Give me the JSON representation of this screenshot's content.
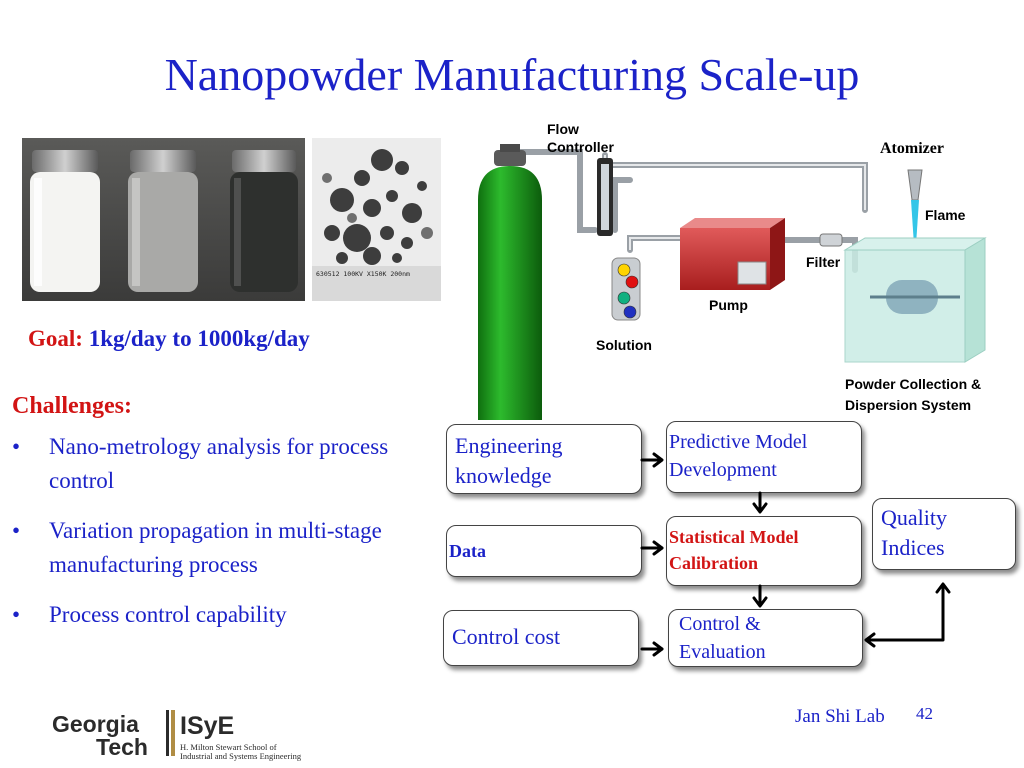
{
  "slide": {
    "title": "Nanopowder Manufacturing Scale-up",
    "goal_label": "Goal:",
    "goal_text": "1kg/day to 1000kg/day",
    "challenges_heading": "Challenges:",
    "challenges": [
      "Nano-metrology analysis for process control",
      "Variation propagation in multi-stage manufacturing process",
      "Process control capability"
    ],
    "micrograph_caption": "630512 100KV X150K 200nm"
  },
  "apparatus": {
    "flow_controller": "Flow Controller",
    "atomizer": "Atomizer",
    "flame": "Flame",
    "filter": "Filter",
    "pump": "Pump",
    "solution": "Solution",
    "powder_collection": "Powder Collection & Dispersion System",
    "cylinder_color": "#1f9a1f",
    "solution_dots": [
      "#ffd400",
      "#e01010",
      "#10b080",
      "#2030c0"
    ]
  },
  "flowchart": {
    "engineering_knowledge": "Engineering knowledge",
    "predictive_model": "Predictive Model Development",
    "data": "Data",
    "statistical_model": "Statistical Model Calibration",
    "quality_indices": "Quality Indices",
    "control_cost": "Control cost",
    "control_evaluation": "Control & Evaluation"
  },
  "footer": {
    "logo_georgia": "Georgia",
    "logo_tech": "Tech",
    "logo_isye": "ISyE",
    "logo_school_line1": "H. Milton Stewart School of",
    "logo_school_line2": "Industrial and Systems Engineering",
    "lab": "Jan Shi Lab",
    "page_number": "42"
  },
  "colors": {
    "title_blue": "#1b22c8",
    "accent_red": "#d21414"
  }
}
